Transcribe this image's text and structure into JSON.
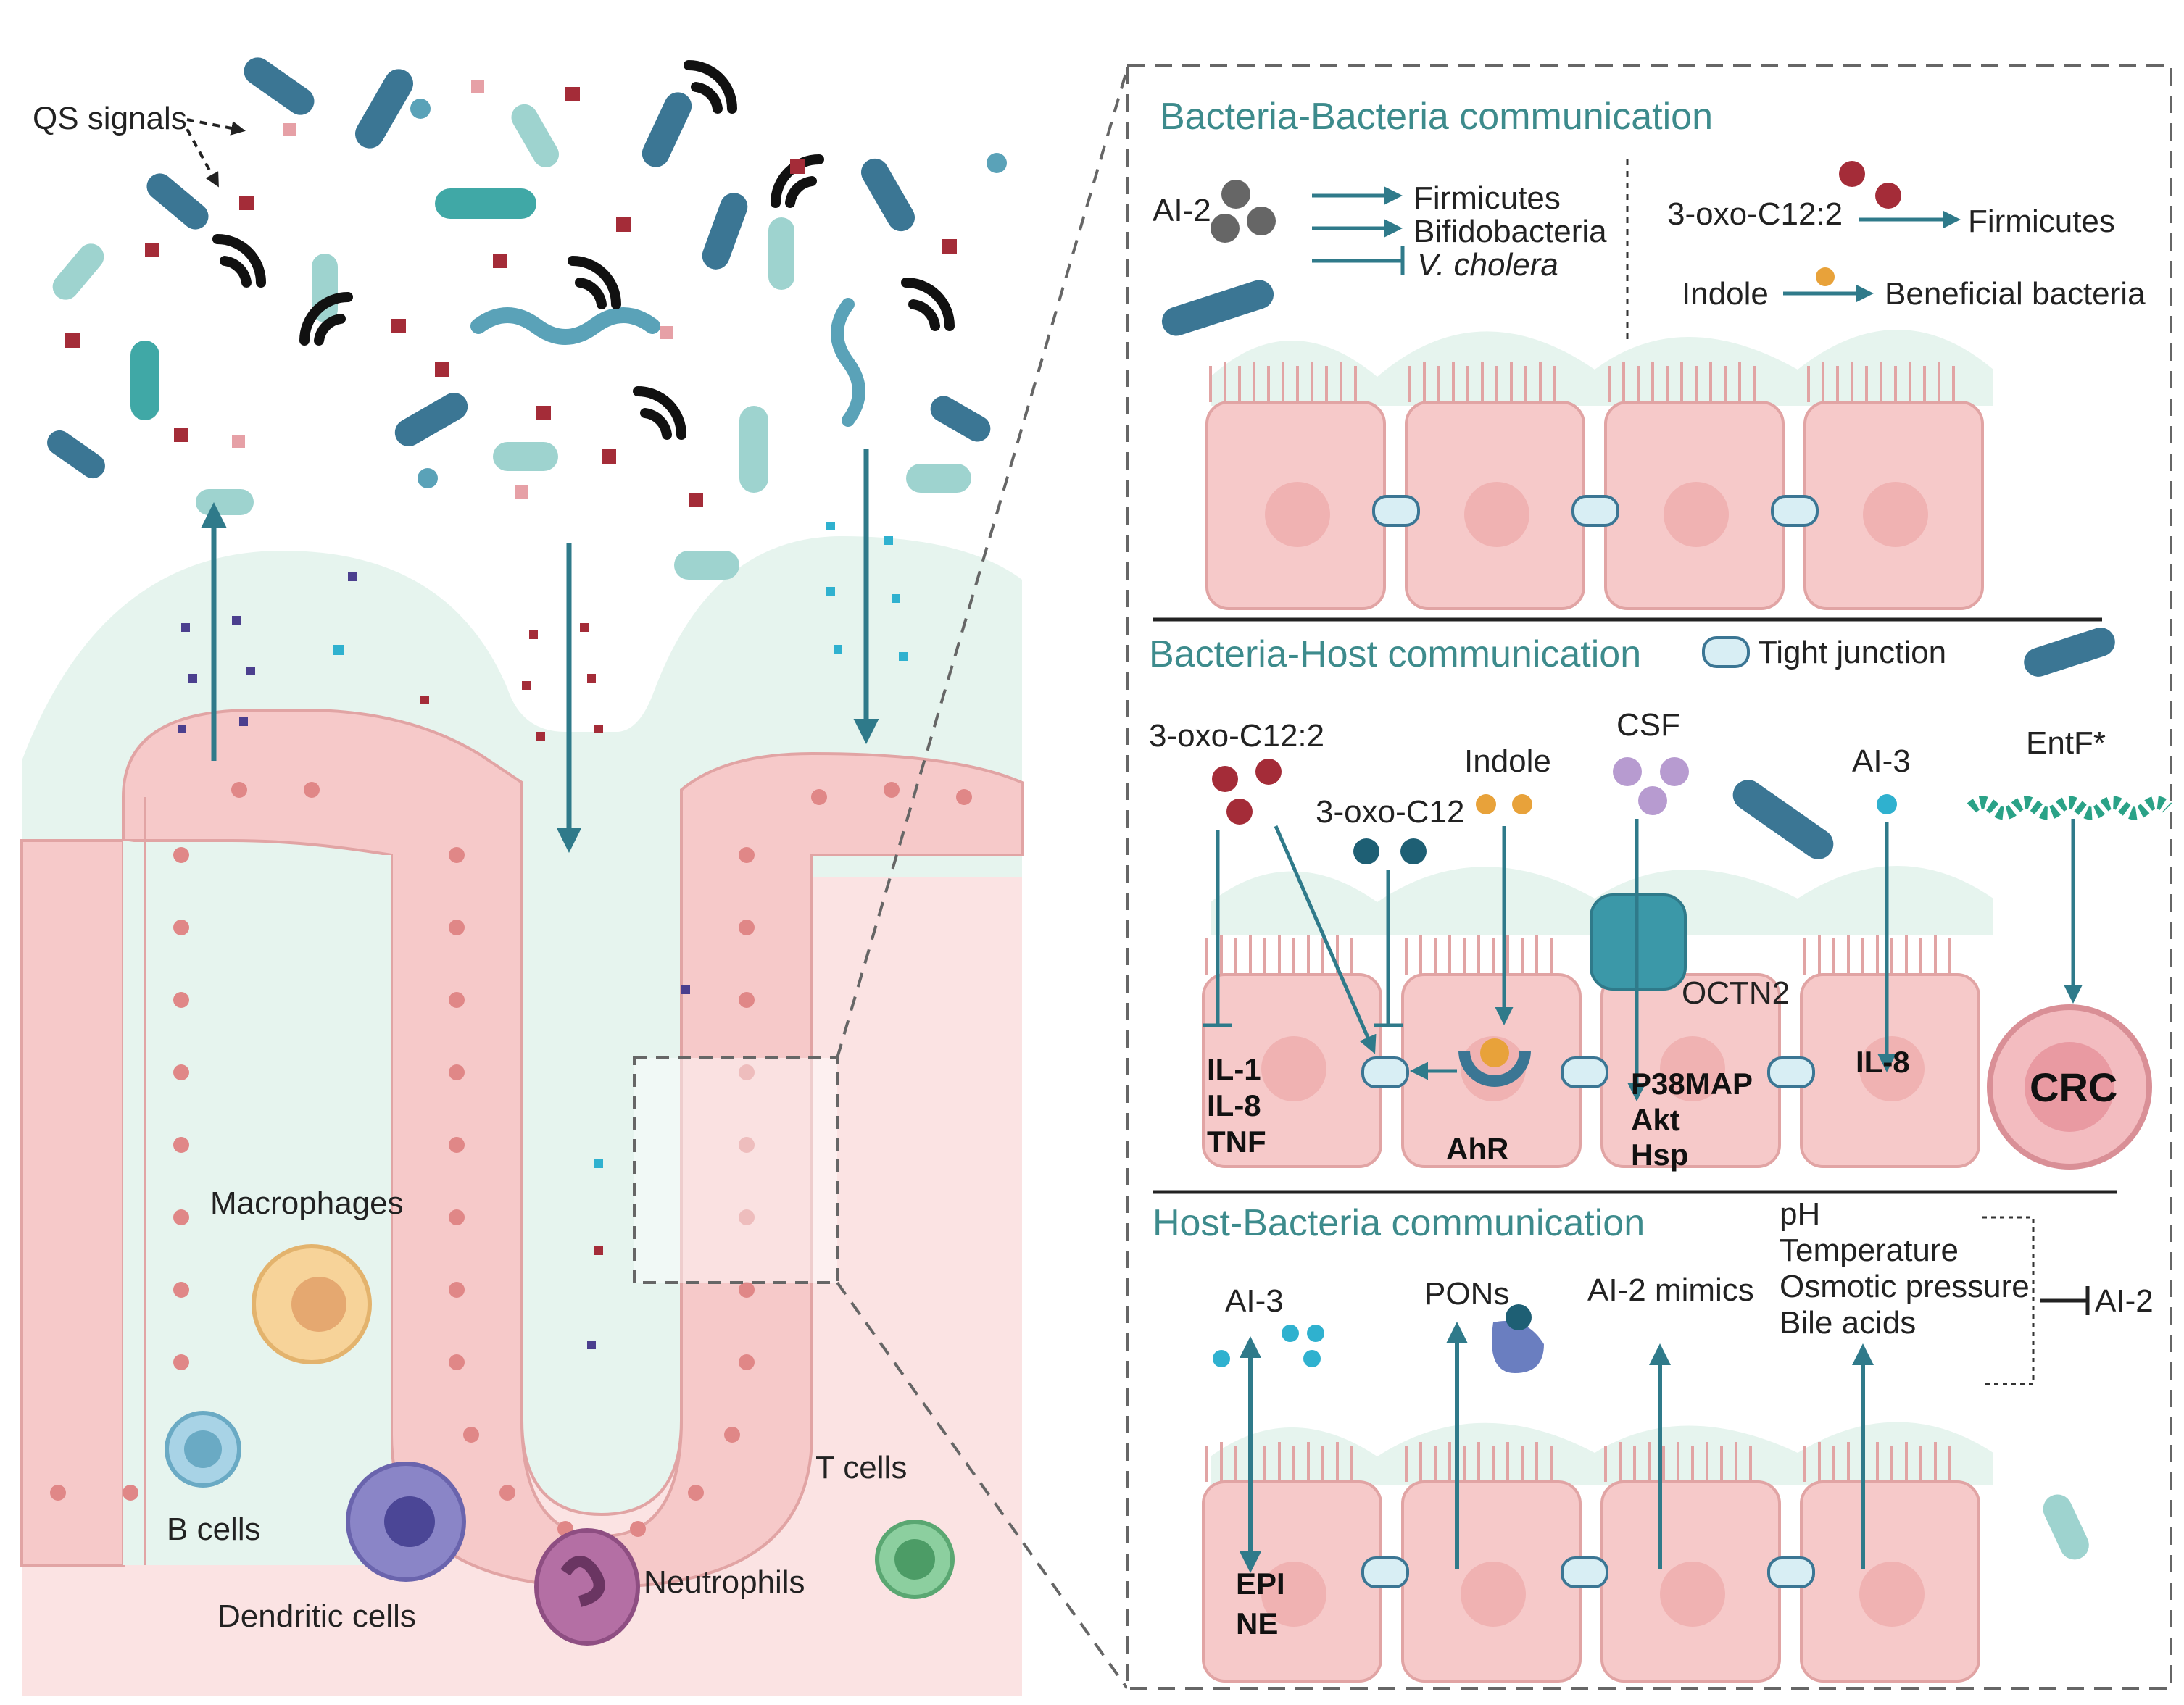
{
  "left": {
    "qs_label": "QS signals",
    "cells": {
      "macrophages": "Macrophages",
      "b_cells": "B cells",
      "dendritic": "Dendritic cells",
      "neutrophils": "Neutrophils",
      "t_cells": "T cells"
    }
  },
  "panel1": {
    "title": "Bacteria-Bacteria communication",
    "ai2": "AI-2",
    "firmicutes": "Firmicutes",
    "bifido": "Bifidobacteria",
    "vcholera": "V. cholera",
    "oxo": "3-oxo-C12:2",
    "firmicutes2": "Firmicutes",
    "indole": "Indole",
    "beneficial": "Beneficial bacteria"
  },
  "panel2": {
    "title": "Bacteria-Host communication",
    "tight": "Tight junction",
    "oxo1": "3-oxo-C12:2",
    "oxo2": "3-oxo-C12",
    "indole": "Indole",
    "csf": "CSF",
    "ai3": "AI-3",
    "entf": "EntF*",
    "octn2": "OCTN2",
    "il1": "IL-1",
    "il8": "IL-8",
    "tnf": "TNF",
    "ahr": "AhR",
    "p38": "P38MAP",
    "akt": "Akt",
    "hsp": "Hsp",
    "il8b": "IL-8",
    "crc": "CRC"
  },
  "panel3": {
    "title": "Host-Bacteria communication",
    "ai3": "AI-3",
    "pons": "PONs",
    "ai2m": "AI-2 mimics",
    "ph": "pH",
    "temp": "Temperature",
    "osm": "Osmotic pressure",
    "bile": "Bile acids",
    "ai2": "AI-2",
    "epi": "EPI",
    "ne": "NE"
  },
  "colors": {
    "teal": "#3d8b8c",
    "arrow": "#2f7a8a",
    "cell": "#f6c9c9",
    "mucus": "#e6f4ee",
    "tissue": "#fbe3e3"
  }
}
